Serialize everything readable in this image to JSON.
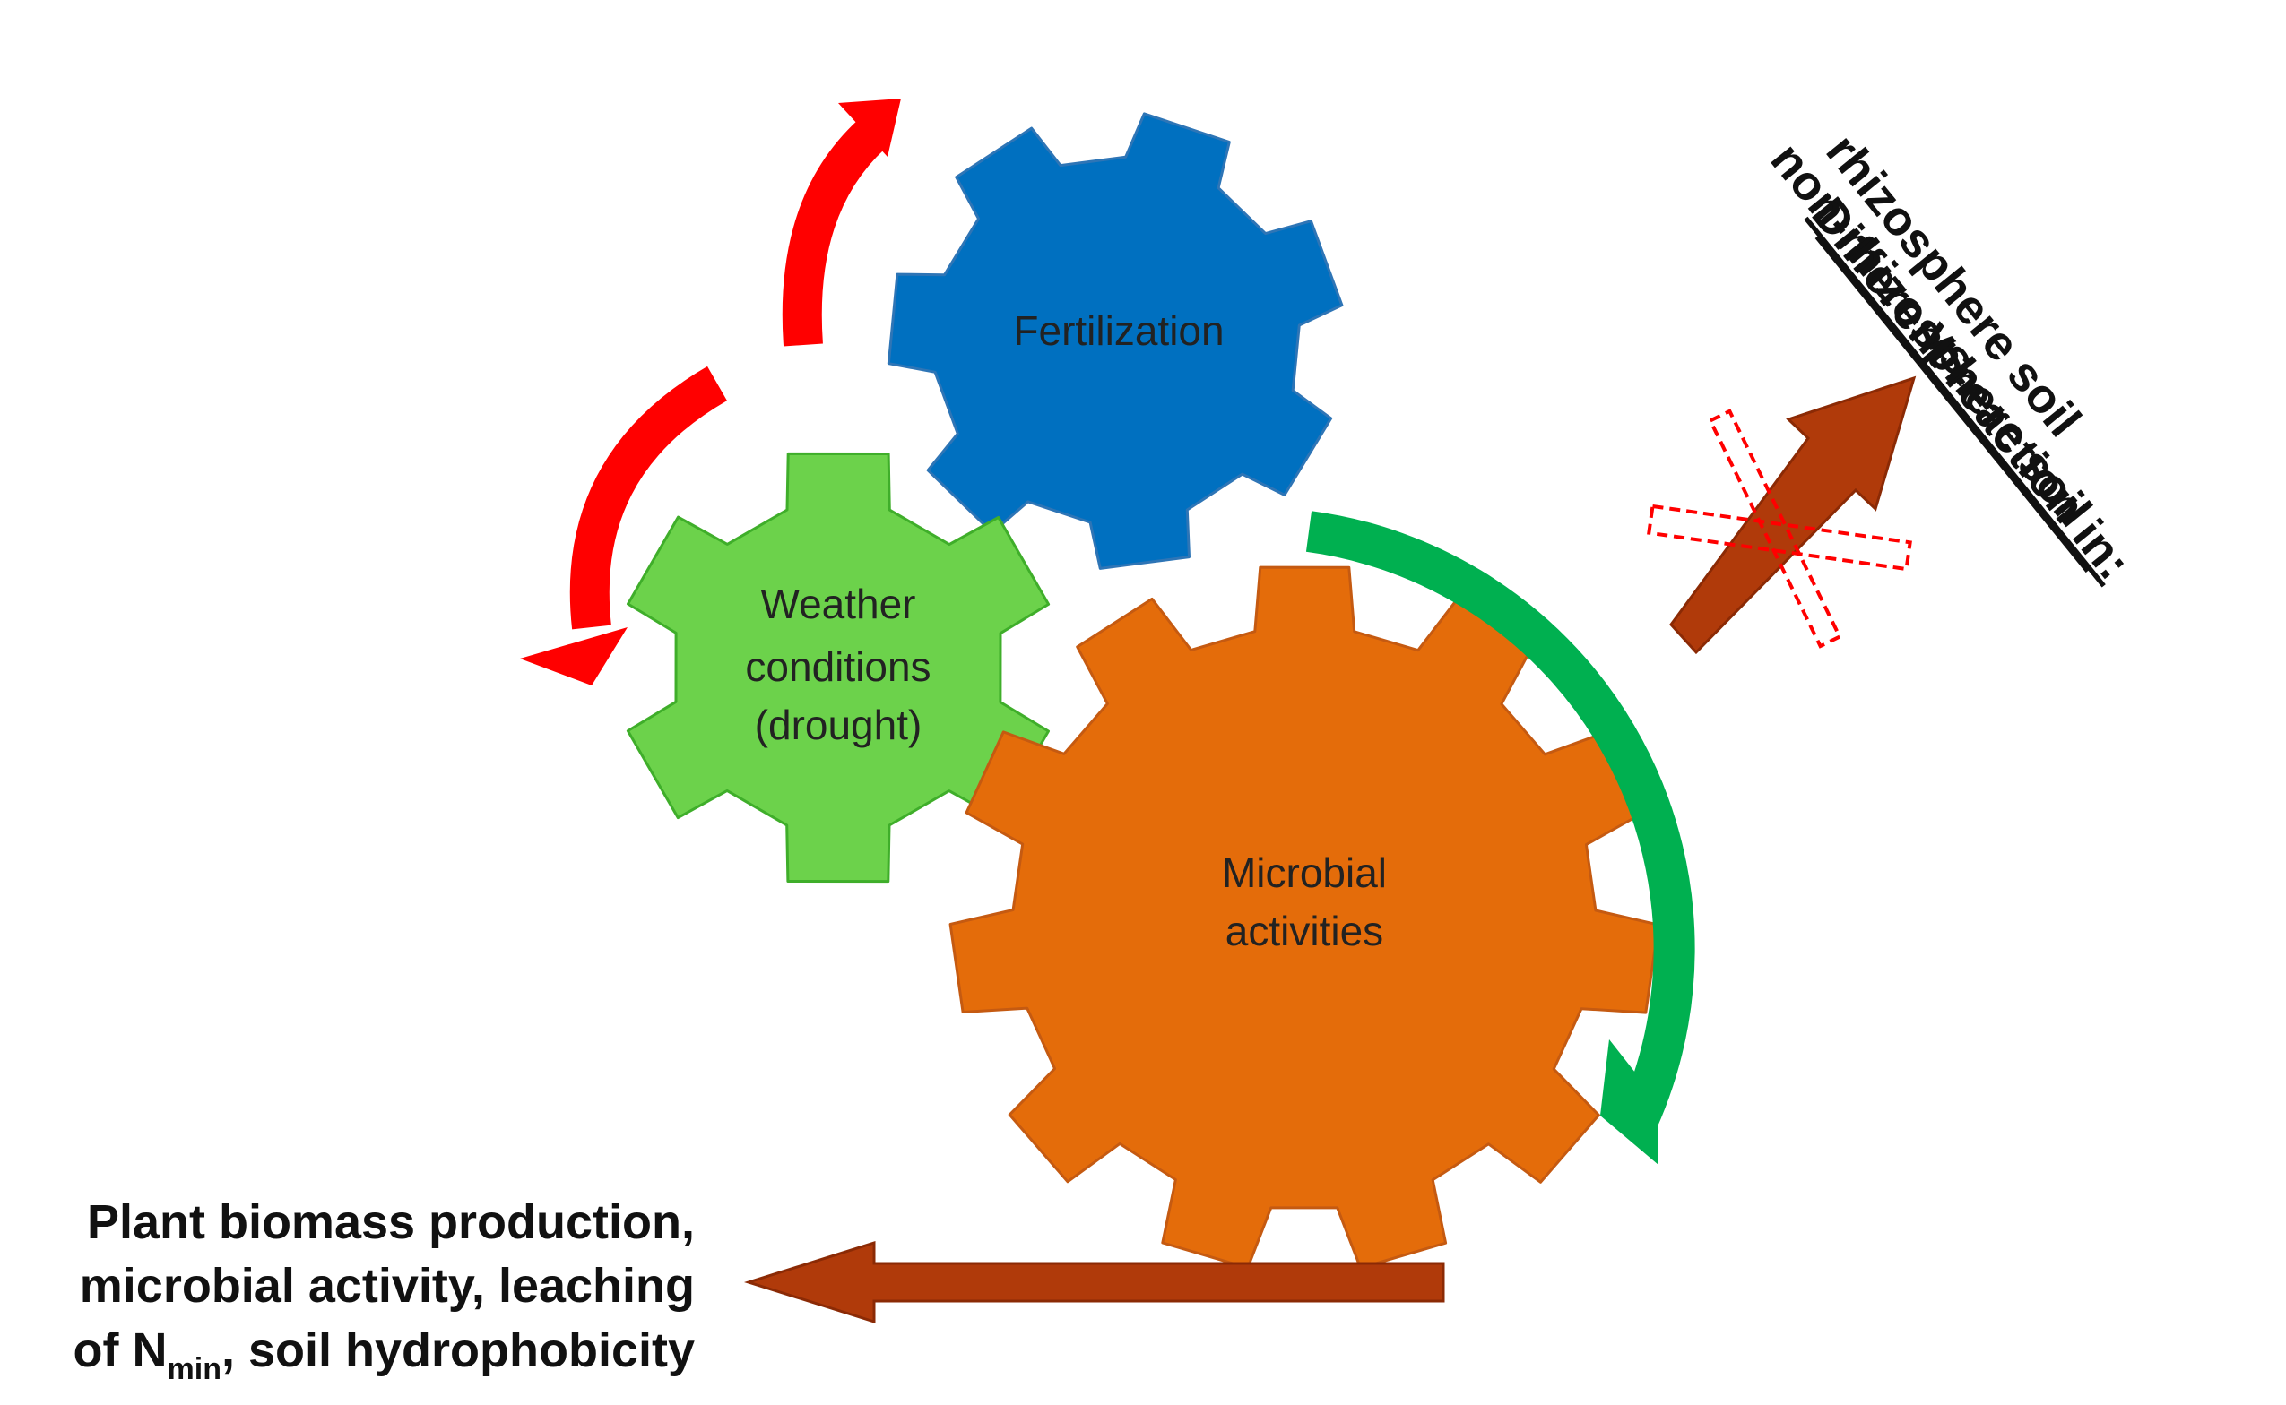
{
  "gears": {
    "fertilization": {
      "label": "Fertilization",
      "color": "#0070C0",
      "stroke": "#2E75B6"
    },
    "weather": {
      "lines": [
        "Weather",
        "conditions",
        "(drought)"
      ],
      "color": "#6CD24B",
      "stroke": "#3FAE2A"
    },
    "microbial": {
      "lines": [
        "Microbial",
        "activities"
      ],
      "color": "#E46C0A",
      "stroke": "#C55A11"
    }
  },
  "outcome": {
    "line1": "Plant biomass production,",
    "line2": "microbial activity, leaching",
    "line3_prefix": "of N",
    "line3_subscript": "min",
    "line3_suffix": ", soil hydrophobicity"
  },
  "reaction": {
    "heading": "Different reaction in:",
    "line1": "rhizosphere soil",
    "line2": "vs.",
    "line3": "non-rhizosphere soil"
  },
  "colors": {
    "red_arrow": "#FF0000",
    "green_arrow": "#00B050",
    "brown_arrow": "#B03A0A",
    "brown_arrow_stroke": "#8B2A05",
    "cross": "#FF0000"
  }
}
